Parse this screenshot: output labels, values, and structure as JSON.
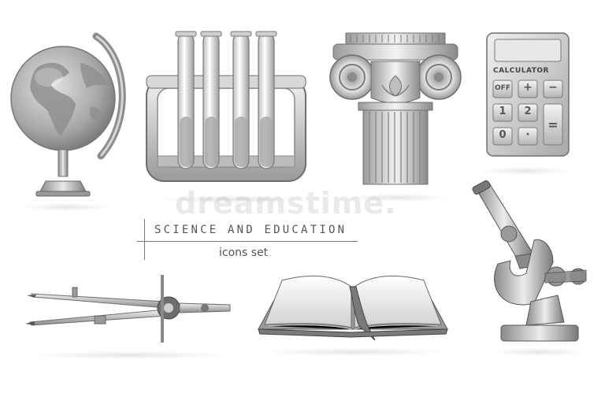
{
  "heading": {
    "title": "SCIENCE AND EDUCATION",
    "subtitle": "icons set"
  },
  "watermark": "dreamstime.",
  "calculator": {
    "brand": "CALCULATOR",
    "keys": {
      "off": "OFF",
      "plus": "+",
      "minus": "−",
      "one": "1",
      "two": "2",
      "zero": "0",
      "dot": "·",
      "equals": "="
    }
  },
  "icons": [
    "globe-icon",
    "test-tube-rack-icon",
    "ionic-column-icon",
    "calculator-icon",
    "compass-icon",
    "open-book-icon",
    "microscope-icon"
  ],
  "colors": {
    "background": "#ffffff",
    "metal-light": "#e6e6e6",
    "metal-mid": "#b8b8b8",
    "metal-dark": "#6e6e6e"
  }
}
